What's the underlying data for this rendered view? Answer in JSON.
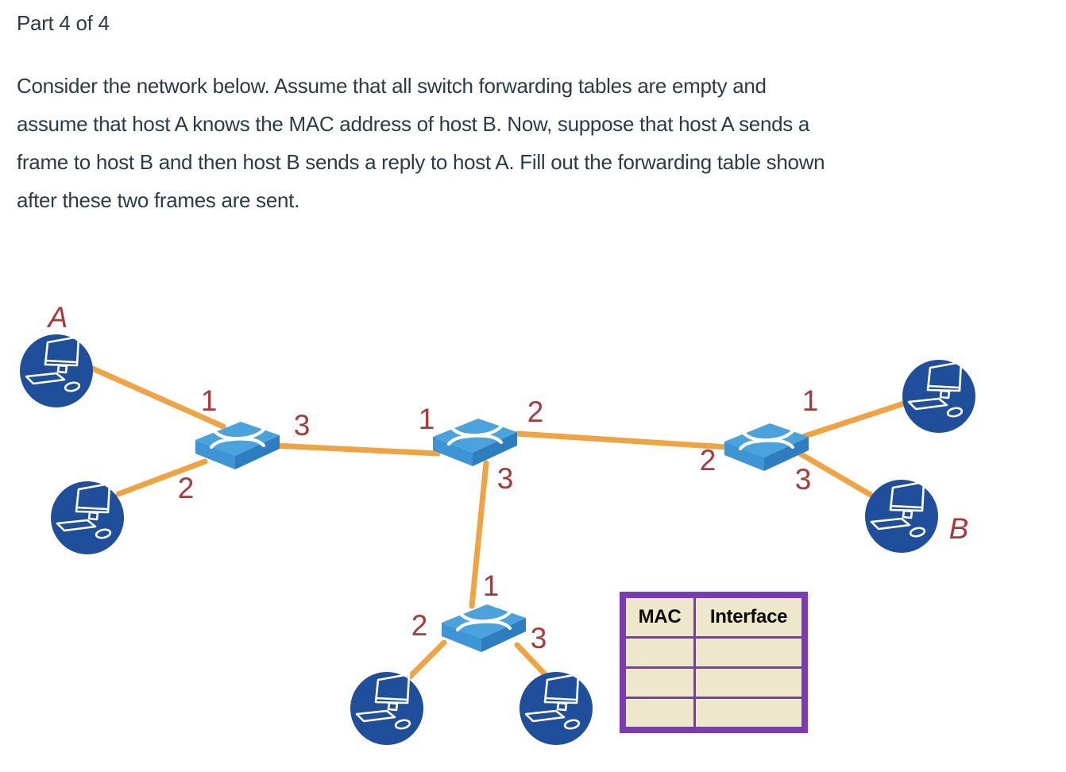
{
  "page": {
    "part_label": "Part 4 of 4",
    "question_lines": [
      "Consider the network below. Assume that all switch forwarding tables are empty and",
      "assume that host A knows the MAC address of host B. Now, suppose that host A sends a",
      "frame to host B and then host B sends a reply to host A. Fill out the forwarding table shown",
      "after these two frames are sent."
    ]
  },
  "diagram": {
    "hosts": [
      {
        "id": "host-a",
        "label": "A"
      },
      {
        "id": "host-left-lower",
        "label": ""
      },
      {
        "id": "host-top-right",
        "label": ""
      },
      {
        "id": "host-b",
        "label": "B"
      },
      {
        "id": "host-bottom-left",
        "label": ""
      },
      {
        "id": "host-bottom-right",
        "label": ""
      }
    ],
    "switches": [
      {
        "id": "switch-left",
        "ports": [
          "1",
          "2",
          "3"
        ]
      },
      {
        "id": "switch-middle",
        "ports": [
          "1",
          "2",
          "3"
        ]
      },
      {
        "id": "switch-right",
        "ports": [
          "1",
          "2",
          "3"
        ]
      },
      {
        "id": "switch-bottom",
        "ports": [
          "1",
          "2",
          "3"
        ]
      }
    ],
    "links": [
      "host-a to switch-left port 1",
      "host-left-lower to switch-left port 2",
      "switch-left port 3 to switch-middle port 1",
      "switch-middle port 2 to switch-right port 2",
      "switch-middle port 3 to switch-bottom port 1",
      "switch-right port 1 to host-top-right",
      "switch-right port 3 to host-b",
      "switch-bottom port 2 to host-bottom-left",
      "switch-bottom port 3 to host-bottom-right"
    ],
    "colors": {
      "host_circle": "#1F4E9B",
      "switch_top": "#4BA3DE",
      "switch_front": "#3E95D5",
      "switch_side": "#2C7EC0",
      "link": "#F0A341",
      "label_red": "#A93A39"
    }
  },
  "forwarding_table": {
    "headers": [
      "MAC",
      "Interface"
    ],
    "rows": [
      [
        "",
        ""
      ],
      [
        "",
        ""
      ],
      [
        "",
        ""
      ]
    ],
    "border_color": "#7B3AB8",
    "cell_background": "#EDE8CC"
  }
}
